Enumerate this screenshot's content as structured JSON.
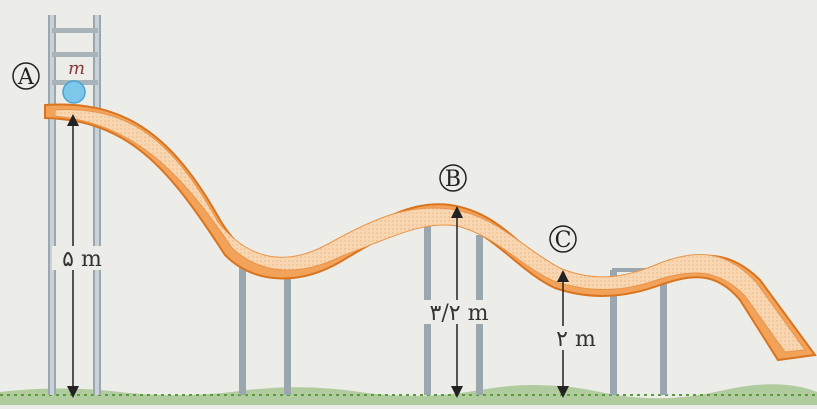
{
  "points": {
    "a": "A",
    "b": "B",
    "c": "C"
  },
  "mass_label": "m",
  "heights": {
    "a": "۵ m",
    "b": "۳/۲ m",
    "c": "۲ m"
  },
  "colors": {
    "slide_outer": "#f3a25a",
    "slide_inner": "#f6cfa3",
    "slide_edge": "#e07a28",
    "pole": "#8c9aa3",
    "ball": "#7cc7ea",
    "ground": "#6aa84f",
    "background": "#ecece9"
  }
}
